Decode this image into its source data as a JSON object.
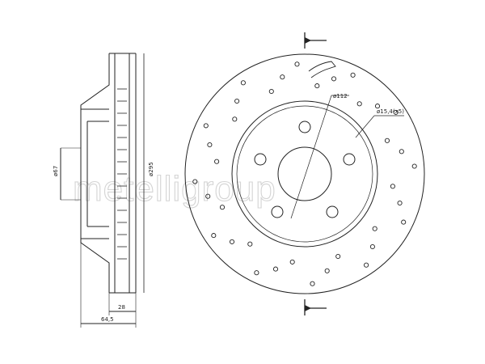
{
  "watermark": "metelligroup",
  "dimensions": {
    "total_width": "64,5",
    "thickness": "28",
    "center_bore": "ø67",
    "outer_diameter": "ø295",
    "pcd": "ø112",
    "bolt_hole": "ø15,4(x5)"
  },
  "colors": {
    "line": "#222222",
    "watermark": "#d4d4d4"
  }
}
